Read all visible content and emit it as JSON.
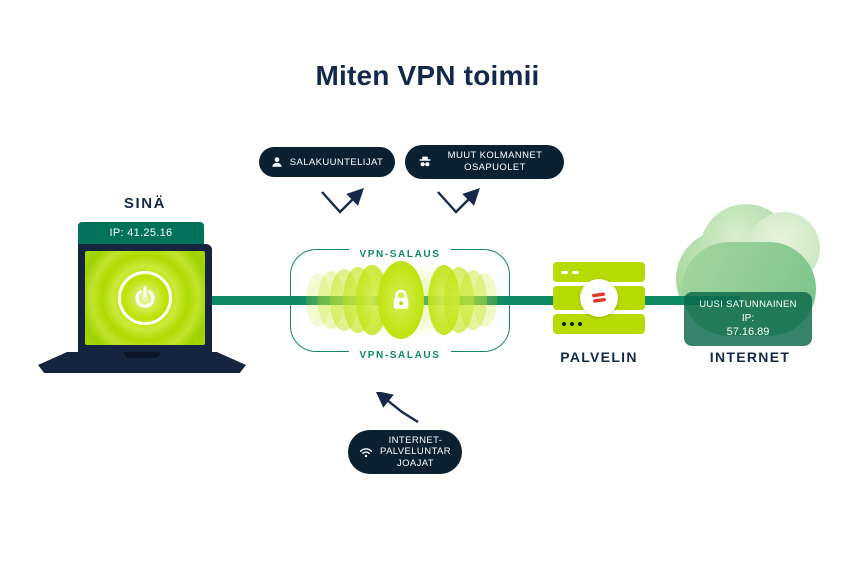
{
  "title": "Miten VPN toimii",
  "you": {
    "label": "SINÄ",
    "ip_badge": "IP: 41.25.16"
  },
  "tunnel": {
    "label_top": "VPN-SALAUS",
    "label_bottom": "VPN-SALAUS"
  },
  "threats": {
    "eavesdroppers": "SALAKUUNTELIJAT",
    "third_parties": "MUUT KOLMANNET OSAPUOLET",
    "isp_lines": [
      "INTERNET-",
      "PALVELUNTAR",
      "JOAJAT"
    ]
  },
  "server": {
    "label": "PALVELIN"
  },
  "internet": {
    "label": "INTERNET",
    "badge_lines": [
      "UUSI SATUNNAINEN",
      "IP:",
      "57.16.89"
    ]
  },
  "icons": {
    "eavesdroppers": "person-icon",
    "third_parties": "spy-icon",
    "isp": "wifi-icon",
    "laptop": "power-icon",
    "tunnel": "lock-icon",
    "server": "red-vpn-logo-icon"
  },
  "colors": {
    "navy": "#13294b",
    "pill_navy": "#0b2132",
    "teal_line": "#0e8a64",
    "teal_label": "#128a6a",
    "lime": "#b6db00",
    "ip_badge_teal": "#00715a",
    "cloud_badge_teal": "#0a684c",
    "logo_red": "#e5372e",
    "background": "#ffffff"
  }
}
